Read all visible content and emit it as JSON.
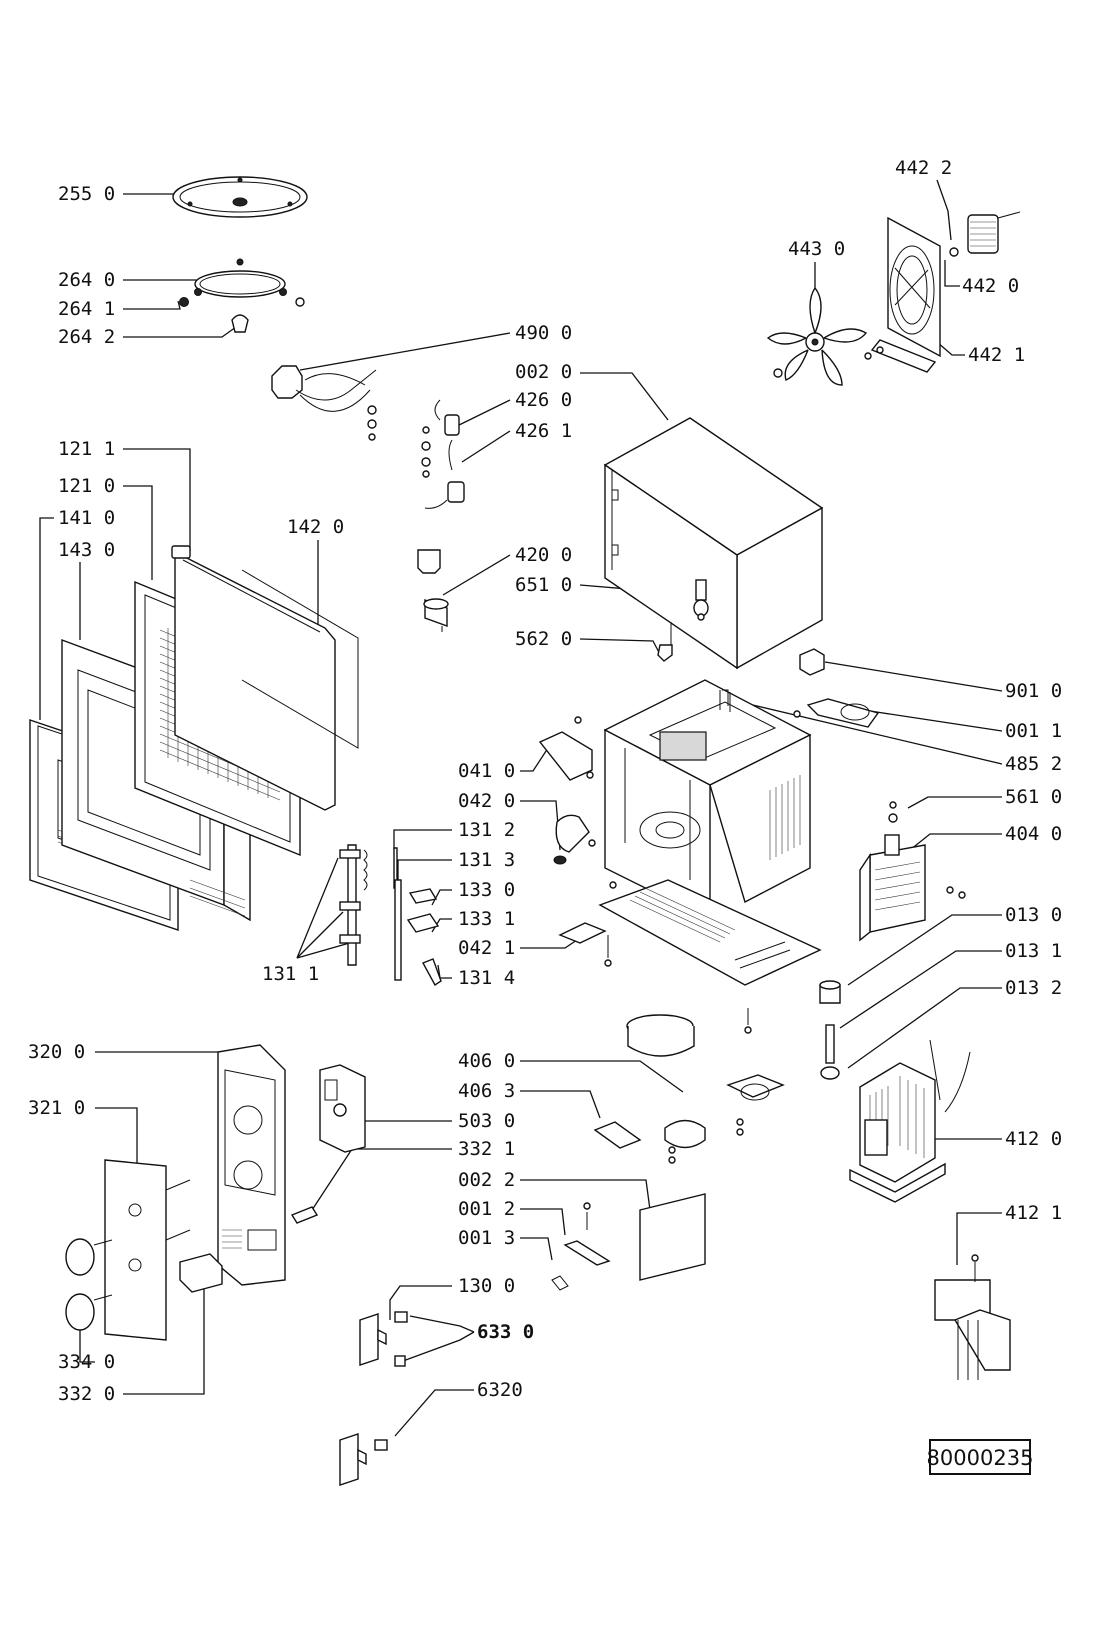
{
  "diagram": {
    "doc_number": "80000235",
    "labels": {
      "p2550": "255 0",
      "p2640": "264 0",
      "p2641": "264 1",
      "p2642": "264 2",
      "p4900": "490 0",
      "p0020": "002 0",
      "p4260": "426 0",
      "p4261": "426 1",
      "p4422": "442 2",
      "p4430": "443 0",
      "p4420": "442 0",
      "p4421": "442 1",
      "p1211": "121 1",
      "p1210": "121 0",
      "p1410": "141 0",
      "p1430": "143 0",
      "p1420": "142 0",
      "p4200": "420 0",
      "p6510": "651 0",
      "p5620": "562 0",
      "p9010": "901 0",
      "p0011": "001 1",
      "p4852": "485 2",
      "p0410": "041 0",
      "p0420": "042 0",
      "p1312": "131 2",
      "p1313": "131 3",
      "p1330": "133 0",
      "p1331": "133 1",
      "p0421": "042 1",
      "p1314": "131 4",
      "p1311": "131 1",
      "p5610": "561 0",
      "p4040": "404 0",
      "p0130": "013 0",
      "p0131": "013 1",
      "p0132": "013 2",
      "p3200": "320 0",
      "p3210": "321 0",
      "p4060": "406 0",
      "p4063": "406 3",
      "p5030": "503 0",
      "p3321": "332 1",
      "p0022": "002 2",
      "p0012": "001 2",
      "p0013": "001 3",
      "p4120": "412 0",
      "p4121": "412 1",
      "p1300": "130 0",
      "p6330": "633 0",
      "p6320": "6320",
      "p3340": "334 0",
      "p3320": "332 0"
    }
  }
}
